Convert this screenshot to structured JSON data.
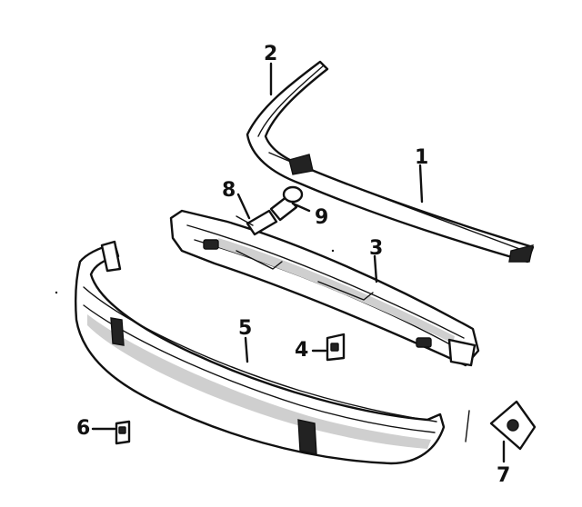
{
  "diagram": {
    "callouts": [
      {
        "id": "1",
        "label": "1"
      },
      {
        "id": "2",
        "label": "2"
      },
      {
        "id": "3",
        "label": "3"
      },
      {
        "id": "4",
        "label": "4"
      },
      {
        "id": "5",
        "label": "5"
      },
      {
        "id": "6",
        "label": "6"
      },
      {
        "id": "7",
        "label": "7"
      },
      {
        "id": "8",
        "label": "8"
      },
      {
        "id": "9",
        "label": "9"
      }
    ],
    "colors": {
      "ink": "#111111",
      "paper": "#ffffff"
    }
  }
}
